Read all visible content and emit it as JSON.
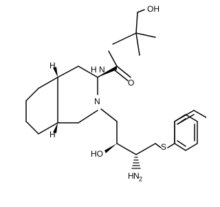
{
  "atom_labels": {
    "hydroxyl_top": "OH",
    "amide_nitrogen": "N",
    "amide_hydrogen": "H",
    "carbonyl_oxygen": "O",
    "ring_nitrogen": "N",
    "stereo_h_upper": "H",
    "stereo_h_lower": "H",
    "secondary_hydroxyl": "HO",
    "amine_h2": "H",
    "amine_n": "N",
    "amine_sub": "2",
    "sulfur": "S"
  },
  "colors": {
    "bond": "#000000",
    "text": "#000000",
    "background": "#ffffff"
  }
}
